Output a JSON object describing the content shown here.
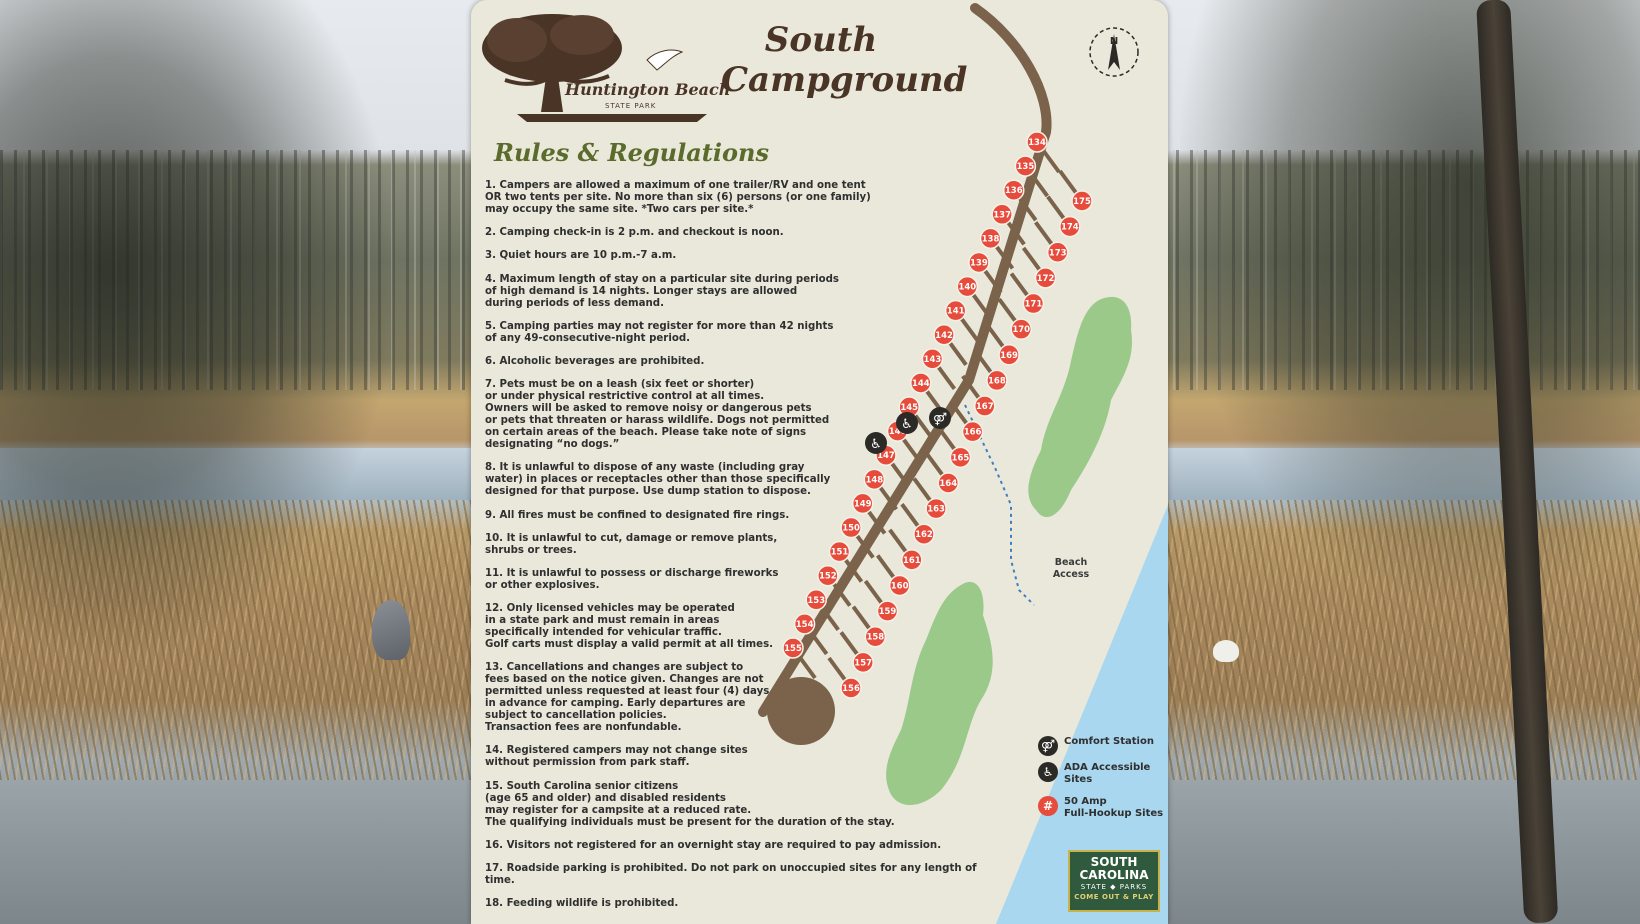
{
  "title": {
    "line1": "South",
    "line2": "Campground"
  },
  "logo": {
    "name": "Huntington Beach",
    "sub": "STATE PARK"
  },
  "compass": {
    "label": "N"
  },
  "rules_heading": "Rules & Regulations",
  "rules": [
    "1. Campers are allowed a maximum of one trailer/RV and one tent\nOR two tents per site. No more than six (6) persons (or one family)\nmay occupy the same site. *Two cars per site.*",
    "2. Camping check-in is 2 p.m. and checkout is noon.",
    "3. Quiet hours are 10 p.m.-7 a.m.",
    "4. Maximum length of stay on a particular site during periods\nof high demand is 14 nights. Longer stays are allowed\nduring periods of less demand.",
    "5. Camping parties may not register for more than 42 nights\nof any 49-consecutive-night period.",
    "6. Alcoholic beverages are prohibited.",
    "7. Pets must be on a leash (six feet or shorter)\nor under physical restrictive control at all times.\nOwners will be asked to remove noisy or dangerous pets\nor pets that threaten or harass wildlife. Dogs not permitted\non certain areas of the beach. Please take note of signs\ndesignating “no dogs.”",
    "8. It is unlawful to dispose of any waste (including gray\nwater) in places or receptacles other than those specifically\ndesigned for that purpose. Use dump station to dispose.",
    "9. All fires must be confined to designated fire rings.",
    "10. It is unlawful to cut, damage or remove plants,\nshrubs or trees.",
    "11. It is unlawful to possess or discharge fireworks\nor other explosives.",
    "12. Only licensed vehicles may be operated\nin a state park and must remain in areas\nspecifically intended for vehicular traffic.\nGolf carts must display a valid permit at all times.",
    "13. Cancellations and changes are subject to\nfees based on the notice given. Changes are not\npermitted unless requested at least four (4) days\nin advance for camping. Early departures are\nsubject to cancellation policies.\nTransaction fees are nonfundable.",
    "14. Registered campers may not change sites\nwithout permission from park staff.",
    "15. South Carolina senior citizens\n(age 65 and older) and disabled residents\nmay register for a campsite at a reduced rate.\nThe qualifying individuals must be present for the duration of the stay.",
    "16. Visitors not registered for an overnight stay are required to pay admission.",
    "17. Roadside parking is prohibited. Do not park on unoccupied sites for any length of time.",
    "18. Feeding wildlife is prohibited."
  ],
  "sites_left": [
    "134",
    "135",
    "136",
    "137",
    "138",
    "139",
    "140",
    "141",
    "142",
    "143",
    "144",
    "145",
    "146",
    "147",
    "148",
    "149",
    "150",
    "151",
    "152",
    "153",
    "154",
    "155"
  ],
  "sites_right": [
    "175",
    "174",
    "173",
    "172",
    "171",
    "170",
    "169",
    "168",
    "167",
    "166",
    "165",
    "164",
    "163",
    "162",
    "161",
    "160",
    "159",
    "158",
    "157",
    "156"
  ],
  "legend": {
    "comfort_station": "Comfort Station",
    "ada": "ADA Accessible\nSites",
    "amp_symbol": "#",
    "amp": "50 Amp\nFull-Hookup Sites"
  },
  "beach_access": "Beach\nAccess",
  "badge": {
    "line1": "SOUTH",
    "line2": "CAROLINA",
    "line3": "STATE ◆ PARKS",
    "line4": "COME OUT & PLAY"
  },
  "colors": {
    "road": "#7a634a",
    "site": "#e64b3c",
    "forest": "#9bc98a",
    "ocean": "#a8d7ef",
    "board": "#e9e8db",
    "title": "#4a3426",
    "heading": "#5a6b2b"
  }
}
